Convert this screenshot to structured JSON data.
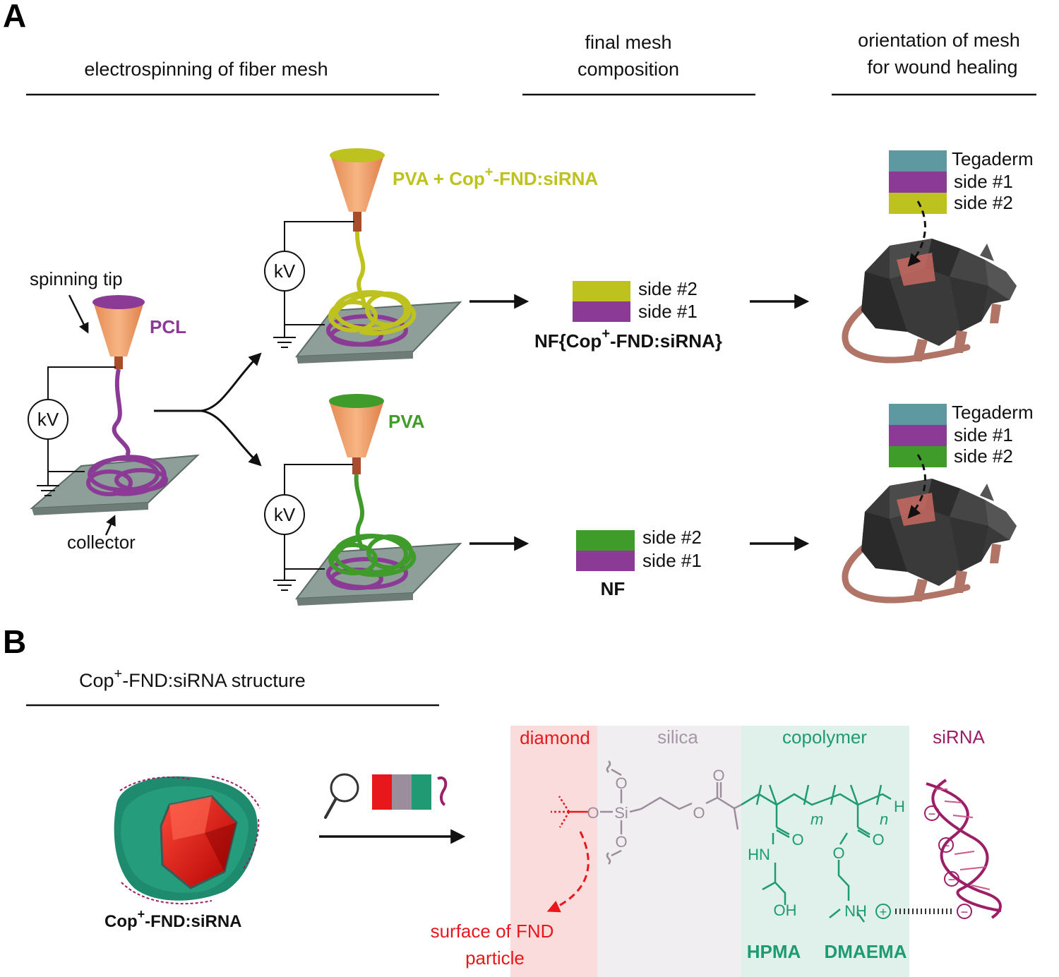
{
  "panel_a": {
    "letter": "A",
    "headers": {
      "electrospinning": "electrospinning of fiber mesh",
      "composition_line1": "final mesh",
      "composition_line2": "composition",
      "orientation_line1": "orientation of mesh",
      "orientation_line2": "for wound healing"
    },
    "spinning_tip": "spinning tip",
    "collector": "collector",
    "voltage": "kV",
    "pcl": "PCL",
    "pva_cop_prefix": "PVA + Cop",
    "pva_cop_suffix": "-FND:siRNA",
    "pva": "PVA",
    "top_mesh": {
      "side2": "side #2",
      "side1": "side #1",
      "name_prefix": "NF{Cop",
      "name_suffix": "-FND:siRNA}"
    },
    "bottom_mesh": {
      "side2": "side #2",
      "side1": "side #1",
      "name": "NF"
    },
    "stack_top": {
      "tegaderm": "Tegaderm",
      "side1": "side #1",
      "side2": "side #2"
    },
    "stack_bottom": {
      "tegaderm": "Tegaderm",
      "side1": "side #1",
      "side2": "side #2"
    }
  },
  "panel_b": {
    "letter": "B",
    "header_prefix": "Cop",
    "header_suffix": "-FND:siRNA structure",
    "particle_prefix": "Cop",
    "particle_suffix": "-FND:siRNA",
    "zones": {
      "diamond": "diamond",
      "silica": "silica",
      "copolymer": "copolymer",
      "sirna": "siRNA"
    },
    "chem": {
      "o": "O",
      "si": "Si",
      "m": "m",
      "n": "n",
      "h": "H",
      "hn": "HN",
      "oh": "OH",
      "nh": "NH",
      "plus": "+",
      "minus": "−",
      "hpma": "HPMA",
      "dmaema": "DMAEMA"
    },
    "surface_line1": "surface of FND",
    "surface_line2": "particle"
  },
  "colors": {
    "pcl": "#8b3a96",
    "pva_cop": "#bdc21e",
    "pva": "#3f9b2a",
    "tegaderm": "#5e98a0",
    "cone": "#f2a66f",
    "collector": "#8e9e98",
    "diamond": "#e8171b",
    "silica": "#9c8d9c",
    "copolymer": "#1f9a73",
    "sirna": "#9c1e66"
  }
}
